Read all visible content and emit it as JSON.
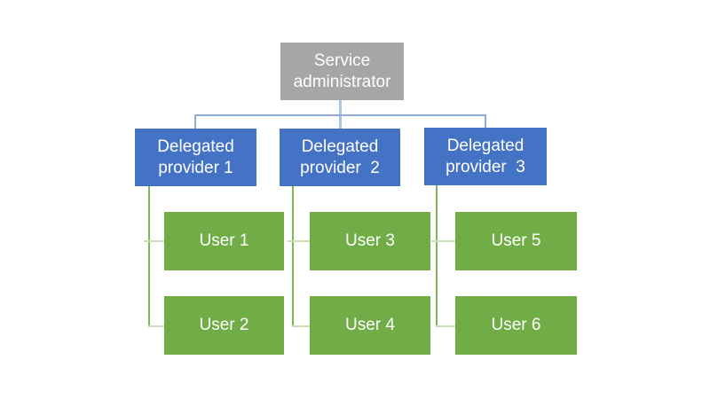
{
  "diagram": {
    "type": "org-chart",
    "colors": {
      "admin_fill": "#A6A6A6",
      "provider_fill": "#4472C4",
      "user_fill": "#70AD47",
      "label_text": "#FFFFFF",
      "blue_connector": "#8FAADC",
      "blue_connector_light": "#A9C6EA",
      "green_connector": "#7FB656",
      "green_connector_light": "#C6E0B4",
      "background": "#FFFFFF"
    },
    "nodes": {
      "admin": {
        "id": "service-administrator",
        "label": "Service\nadministrator"
      },
      "providers": [
        {
          "id": "delegated-provider-1",
          "label": "Delegated\nprovider 1",
          "parent": "service-administrator"
        },
        {
          "id": "delegated-provider-2",
          "label": "Delegated\nprovider  2",
          "parent": "service-administrator"
        },
        {
          "id": "delegated-provider-3",
          "label": "Delegated\nprovider  3",
          "parent": "service-administrator"
        }
      ],
      "users": [
        {
          "id": "user-1",
          "label": "User 1",
          "parent": "delegated-provider-1"
        },
        {
          "id": "user-2",
          "label": "User 2",
          "parent": "delegated-provider-1"
        },
        {
          "id": "user-3",
          "label": "User 3",
          "parent": "delegated-provider-2"
        },
        {
          "id": "user-4",
          "label": "User 4",
          "parent": "delegated-provider-2"
        },
        {
          "id": "user-5",
          "label": "User 5",
          "parent": "delegated-provider-3"
        },
        {
          "id": "user-6",
          "label": "User 6",
          "parent": "delegated-provider-3"
        }
      ]
    }
  }
}
